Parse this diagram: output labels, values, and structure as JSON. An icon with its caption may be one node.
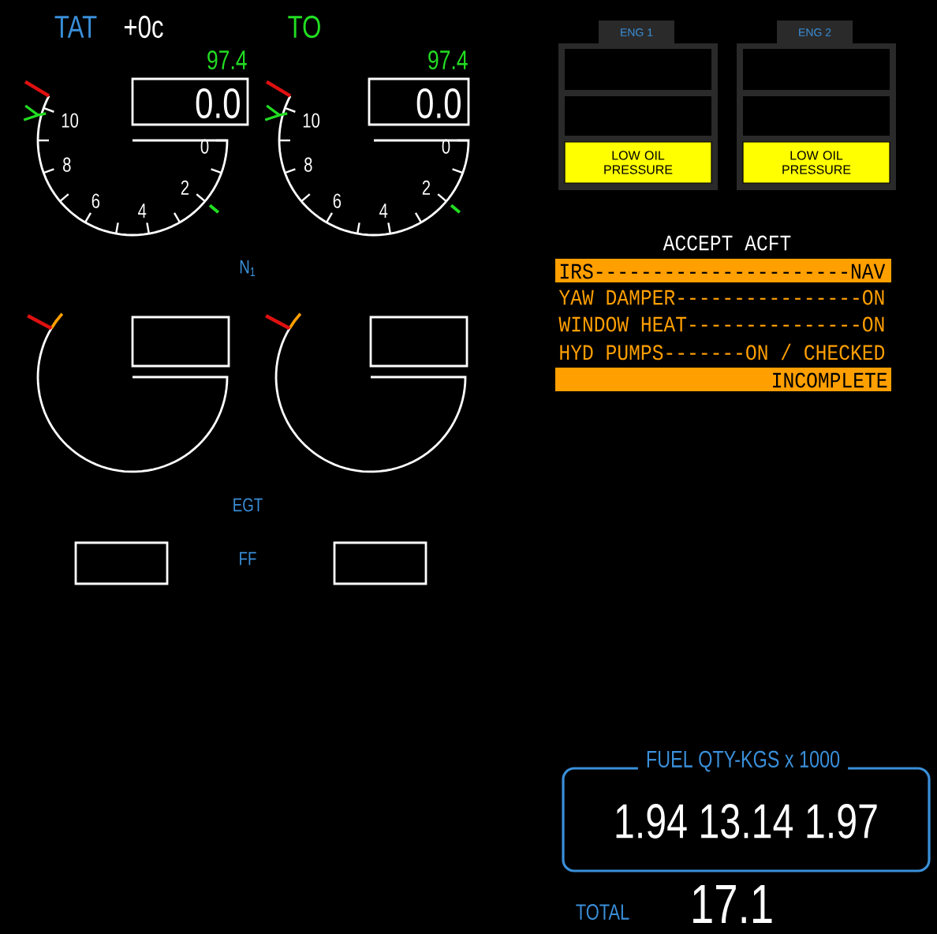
{
  "diagram": {
    "nodes": [
      {
        "text": [
          "0.0"
        ],
        "beside": [
          "97.4"
        ]
      },
      {
        "text": [
          "0.0"
        ],
        "beside": [
          "97.4"
        ]
      },
      {
        "text": [
          "ENG 1"
        ]
      },
      {
        "text": [],
        "shape": "box",
        "in": 2
      },
      {
        "text": [],
        "shape": "box",
        "in": 2
      },
      {
        "text": [
          "LOW OIL PRESSURE"
        ],
        "in": 2
      },
      {
        "text": [
          "ENG 2"
        ]
      },
      {
        "text": [],
        "shape": "box",
        "in": 6
      },
      {
        "text": [],
        "shape": "box",
        "in": 6
      },
      {
        "text": [
          "LOW OIL PRESSURE"
        ],
        "in": 6
      },
      {
        "text": [
          "IRS----------------------NAV"
        ]
      },
      {
        "text": [],
        "shape": "box"
      },
      {
        "text": [],
        "shape": "box"
      },
      {
        "text": [
          "INCOMPLETE"
        ]
      },
      {
        "text": [],
        "shape": "box"
      },
      {
        "text": [],
        "shape": "box"
      },
      {
        "text": [
          "FUEL QTY-KGS x 1000",
          "1.94 13.14 1.97"
        ]
      }
    ],
    "labels": [
      "TAT",
      "+0c",
      "TO",
      "10",
      "8",
      "6",
      "4",
      "2",
      "0",
      "10",
      "8",
      "6",
      "4",
      "2",
      "0",
      "N$_{1}$",
      "EGT",
      "FF",
      "ACCEPT ACFT",
      "YAW DAMPER----------------ON",
      "WINDOW HEAT---------------ON",
      "HYD PUMPS-------ON / CHECKED",
      "TOTAL",
      "17.1"
    ]
  }
}
